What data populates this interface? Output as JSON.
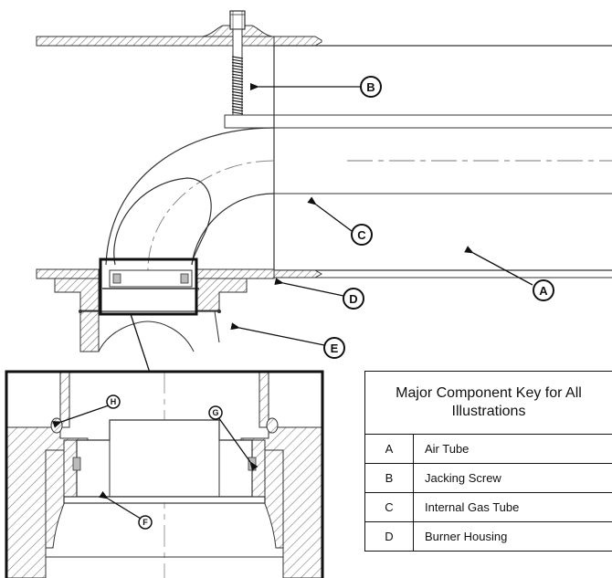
{
  "callouts": {
    "a": "A",
    "b": "B",
    "c": "C",
    "d": "D",
    "e": "E",
    "f": "F",
    "g": "G",
    "h": "H"
  },
  "key": {
    "title": "Major Component Key for All Illustrations",
    "rows": [
      {
        "letter": "A",
        "name": "Air Tube"
      },
      {
        "letter": "B",
        "name": "Jacking Screw"
      },
      {
        "letter": "C",
        "name": "Internal Gas Tube"
      },
      {
        "letter": "D",
        "name": "Burner Housing"
      }
    ]
  }
}
